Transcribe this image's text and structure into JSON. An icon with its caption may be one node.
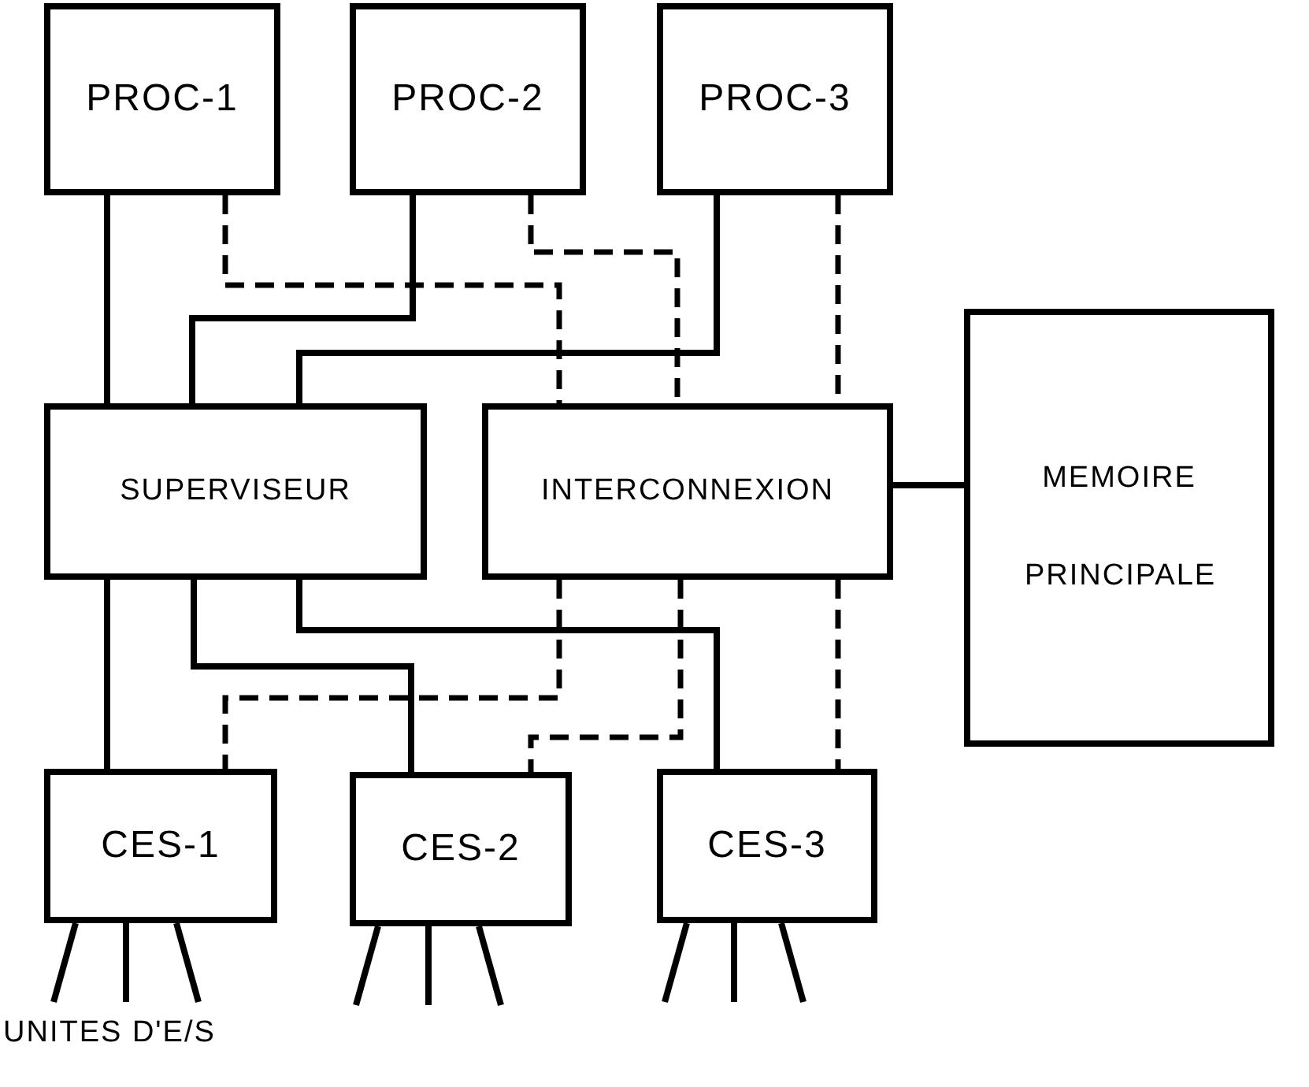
{
  "diagram": {
    "nodes": [
      {
        "text": [
          "PROC-1"
        ]
      },
      {
        "text": [
          "PROC-2"
        ]
      },
      {
        "text": [
          "PROC-3"
        ]
      },
      {
        "text": [
          "SUPERVISEUR"
        ]
      },
      {
        "text": [
          "INTERCONNEXION"
        ]
      },
      {
        "text": [
          "MEMOIRE PRINCIPALE"
        ]
      },
      {
        "text": [
          "CES-1"
        ]
      },
      {
        "text": [
          "CES-2"
        ]
      },
      {
        "text": [
          "CES-3"
        ]
      }
    ],
    "edges": [
      {
        "from": 0,
        "to": 3,
        "arrow": "none"
      },
      {
        "from": 1,
        "to": 3,
        "arrow": "none"
      },
      {
        "from": 2,
        "to": 3,
        "arrow": "none"
      },
      {
        "from": 0,
        "to": 4,
        "arrow": "none",
        "style": "dashed"
      },
      {
        "from": 1,
        "to": 4,
        "arrow": "none",
        "style": "dashed"
      },
      {
        "from": 2,
        "to": 4,
        "arrow": "none",
        "style": "dashed"
      },
      {
        "from": 4,
        "to": 5,
        "arrow": "none"
      },
      {
        "from": 3,
        "to": 6,
        "arrow": "none"
      },
      {
        "from": 3,
        "to": 7,
        "arrow": "none"
      },
      {
        "from": 3,
        "to": 8,
        "arrow": "none"
      },
      {
        "from": 4,
        "to": 6,
        "arrow": "none",
        "style": "dashed"
      },
      {
        "from": 4,
        "to": 7,
        "arrow": "none",
        "style": "dashed"
      },
      {
        "from": 4,
        "to": 8,
        "arrow": "none",
        "style": "dashed"
      },
      {
        "from": 6,
        "to": null,
        "arrow": "none"
      },
      {
        "from": 6,
        "to": null,
        "arrow": "none"
      },
      {
        "from": 6,
        "to": null,
        "arrow": "none"
      },
      {
        "from": 7,
        "to": null,
        "arrow": "none"
      },
      {
        "from": 7,
        "to": null,
        "arrow": "none"
      },
      {
        "from": 7,
        "to": null,
        "arrow": "none"
      },
      {
        "from": 8,
        "to": null,
        "arrow": "none"
      },
      {
        "from": 8,
        "to": null,
        "arrow": "none"
      },
      {
        "from": 8,
        "to": null,
        "arrow": "none"
      }
    ],
    "labels": [
      "UNITES D'E/S"
    ]
  }
}
